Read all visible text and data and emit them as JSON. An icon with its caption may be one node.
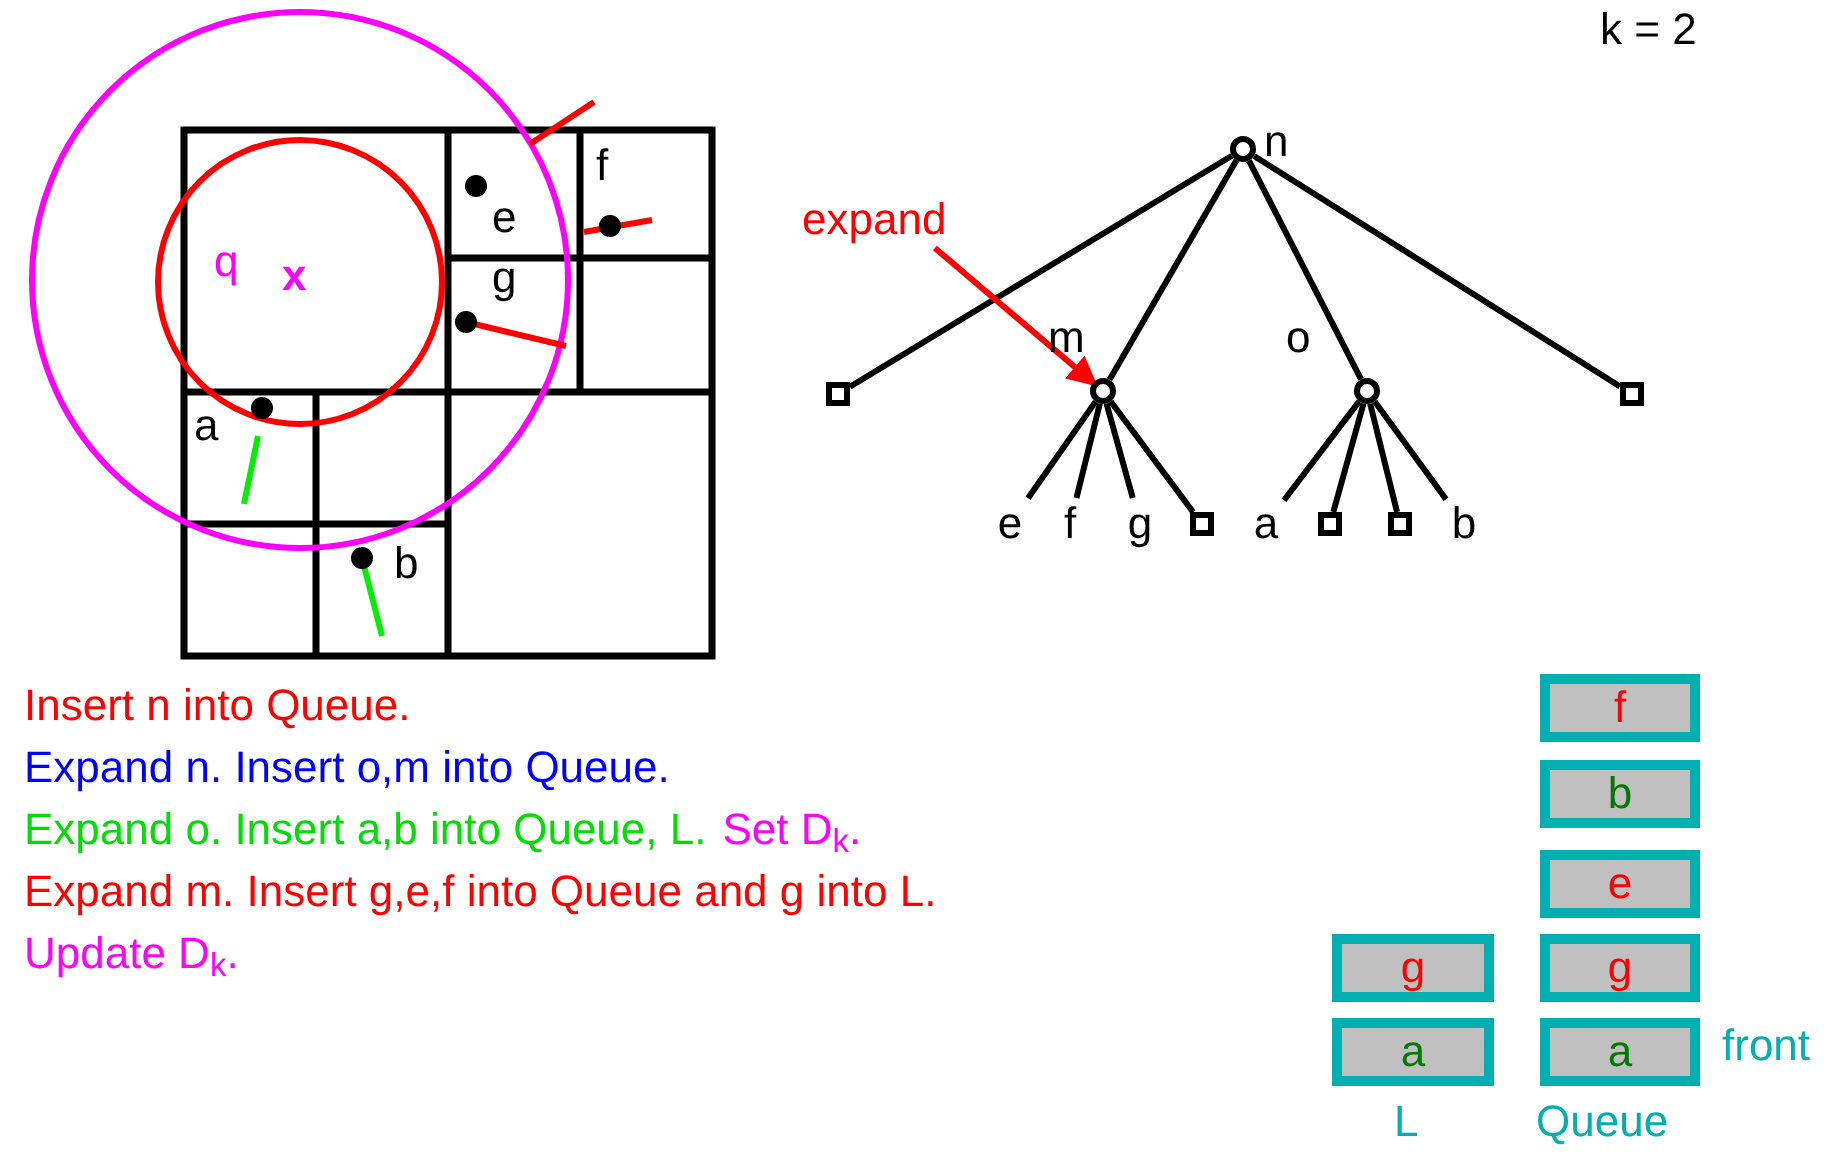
{
  "diagram": {
    "nodes": [
      {
        "text": [],
        "shape": "circle",
        "beside": [
          "n"
        ]
      },
      {
        "text": [],
        "shape": "box"
      },
      {
        "text": [],
        "shape": "circle",
        "beside": [
          "m"
        ]
      },
      {
        "text": [],
        "shape": "circle",
        "beside": [
          "o"
        ]
      },
      {
        "text": [],
        "shape": "box"
      },
      {
        "text": [
          "e"
        ]
      },
      {
        "text": [
          "f"
        ]
      },
      {
        "text": [
          "g"
        ]
      },
      {
        "text": [],
        "shape": "box"
      },
      {
        "text": [
          "a"
        ]
      },
      {
        "text": [],
        "shape": "box"
      },
      {
        "text": [],
        "shape": "box"
      },
      {
        "text": [
          "b"
        ]
      },
      {
        "text": [
          "expand"
        ]
      },
      {
        "text": [
          "f"
        ]
      },
      {
        "text": [
          "b"
        ]
      },
      {
        "text": [
          "e"
        ]
      },
      {
        "text": [
          "g"
        ]
      },
      {
        "text": [
          "a"
        ]
      },
      {
        "text": [
          "g"
        ]
      },
      {
        "text": [
          "a"
        ]
      }
    ],
    "edges": [
      {
        "from": 0,
        "to": 1,
        "arrow": "none"
      },
      {
        "from": 0,
        "to": 2,
        "arrow": "none"
      },
      {
        "from": 0,
        "to": 3,
        "arrow": "none"
      },
      {
        "from": 0,
        "to": 4,
        "arrow": "none"
      },
      {
        "from": 2,
        "to": 5,
        "arrow": "none"
      },
      {
        "from": 2,
        "to": 6,
        "arrow": "none"
      },
      {
        "from": 2,
        "to": 7,
        "arrow": "none"
      },
      {
        "from": 2,
        "to": 8,
        "arrow": "none"
      },
      {
        "from": 3,
        "to": 9,
        "arrow": "none"
      },
      {
        "from": 3,
        "to": 10,
        "arrow": "none"
      },
      {
        "from": 3,
        "to": 11,
        "arrow": "none"
      },
      {
        "from": 3,
        "to": 12,
        "arrow": "none"
      },
      {
        "from": 13,
        "to": 2,
        "arrow": "to",
        "color": "#ff0000"
      }
    ],
    "labels": [
      "k = 2",
      "f",
      "e",
      "g",
      "q",
      "x",
      "a",
      "b",
      "Insert n into Queue.",
      "Expand n. Insert o,m into Queue.",
      "Expand o. Insert a,b into Queue, L.",
      "Set D$_{k}$.",
      "Expand m. Insert g,e,f into Queue and g into L.",
      "Update D$_{k}$.",
      "front",
      "L",
      "Queue"
    ]
  }
}
